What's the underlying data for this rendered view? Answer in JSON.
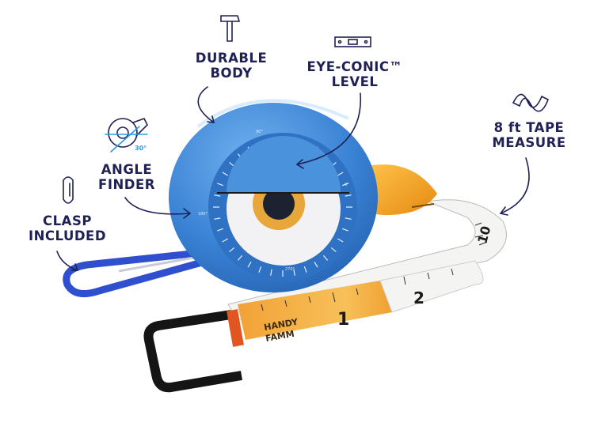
{
  "callouts": {
    "durable_body": {
      "line1": "DURABLE",
      "line2": "BODY",
      "icon": "hammer-icon"
    },
    "eye_conic_level": {
      "line1": "EYE-CONIC™",
      "line2": "LEVEL",
      "icon": "spirit-level-icon"
    },
    "tape_measure": {
      "line1": "8 ft TAPE",
      "line2": "MEASURE",
      "icon": "tape-icon"
    },
    "angle_finder": {
      "line1": "ANGLE",
      "line2": "FINDER",
      "icon": "angle-finder-icon",
      "icon_label": "30°"
    },
    "clasp": {
      "line1": "CLASP",
      "line2": "INCLUDED",
      "icon": "carabiner-icon"
    }
  },
  "dial": {
    "deg_90": "90°",
    "deg_0": "0°",
    "deg_180": "180°",
    "deg_270": "270°"
  },
  "tape": {
    "brand_line1": "HANDY",
    "brand_line2": "FAMM",
    "marks": [
      "1",
      "2",
      "10"
    ]
  },
  "colors": {
    "label": "#1f2155",
    "body": "#3d86d6",
    "beak": "#f4a21f",
    "iris": "#e7a73a",
    "clasp": "#2f4fcf"
  }
}
